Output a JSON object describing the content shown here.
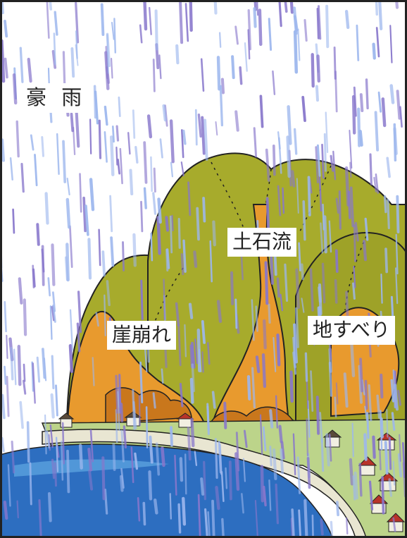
{
  "labels": {
    "heavy_rain": "豪 雨",
    "debris_flow": "土石流",
    "cliff_collapse": "崖崩れ",
    "landslide": "地すべり"
  },
  "colors": {
    "frame": "#222222",
    "sky": "#ffffff",
    "hill": "#a7ab2c",
    "hill_dark": "#8d911f",
    "soil": "#e89a2e",
    "soil_dark": "#c9771c",
    "road": "#e9e6d2",
    "field": "#bcd48a",
    "water": "#2d6ec0",
    "water_light": "#5aa1dd",
    "roof": "#b8342a",
    "rain_light": "#9db7ee",
    "rain_violet": "#8877cc"
  }
}
